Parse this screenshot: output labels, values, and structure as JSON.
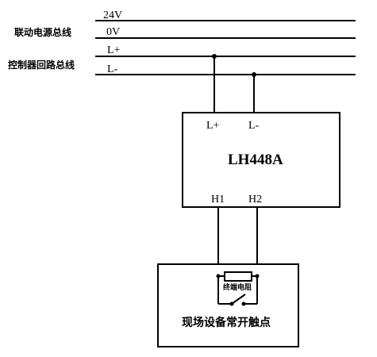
{
  "power_bus": {
    "label": "联动电源总线",
    "line_24v": "24V",
    "line_0v": "0V"
  },
  "loop_bus": {
    "label": "控制器回路总线",
    "line_lplus": "L+",
    "line_lminus": "L-"
  },
  "module": {
    "title": "LH448A",
    "term_lplus": "L+",
    "term_lminus": "L-",
    "term_h1": "H1",
    "term_h2": "H2"
  },
  "field_device": {
    "label": "现场设备常开触点",
    "resistor_label": "终端电阻"
  }
}
